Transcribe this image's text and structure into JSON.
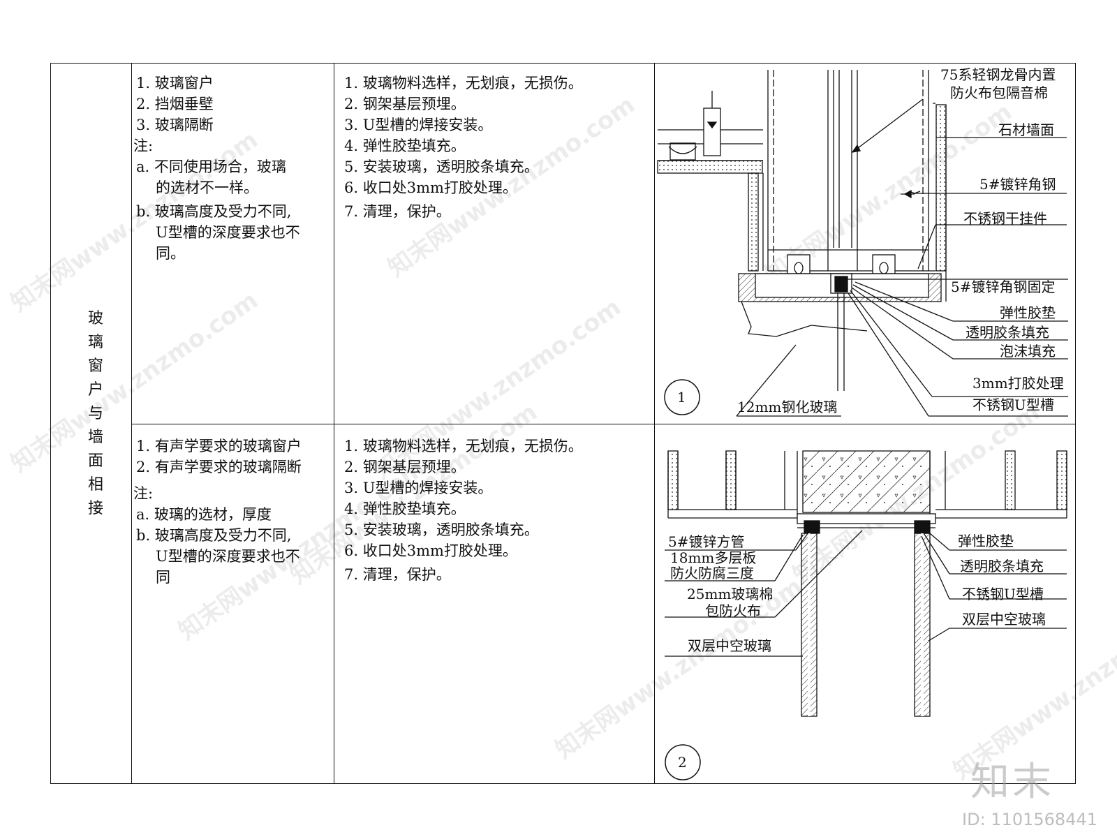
{
  "category": [
    "玻",
    "璃",
    "窗",
    "户",
    "与",
    "墙",
    "面",
    "相",
    "接"
  ],
  "rows": [
    {
      "applications": [
        "1. 玻璃窗户",
        "2. 挡烟垂壁",
        "3. 玻璃隔断"
      ],
      "note_title": "注:",
      "notes": [
        {
          "l1": "a. 不同使用场合，玻璃",
          "l2": "的选材不一样。"
        },
        {
          "l1": "b. 玻璃高度及受力不同,",
          "l2": "U型槽的深度要求也不",
          "l3": "同。"
        }
      ],
      "steps": [
        "1. 玻璃物料选样，无划痕，无损伤。",
        "2. 钢架基层预埋。",
        "3. U型槽的焊接安装。",
        "4. 弹性胶垫填充。",
        "5. 安装玻璃，透明胶条填充。",
        "6. 收口处3mm打胶处理。",
        "7. 清理，保护。"
      ],
      "detail_number": "1",
      "detail_labels": {
        "l1a": "75系轻钢龙骨内置",
        "l1b": "防火布包隔音棉",
        "l2": "石材墙面",
        "l3": "5#镀锌角钢",
        "l4": "不锈钢干挂件",
        "l5": "5#镀锌角钢固定",
        "l6": "弹性胶垫",
        "l7": "透明胶条填充",
        "l8": "泡沫填充",
        "l9": "3mm打胶处理",
        "l10": "不锈钢U型槽",
        "l11": "12mm钢化玻璃"
      }
    },
    {
      "applications": [
        "1. 有声学要求的玻璃窗户",
        "2. 有声学要求的玻璃隔断"
      ],
      "note_title": "注:",
      "notes": [
        {
          "l1": "a. 玻璃的选材，厚度",
          "l2": "",
          "l3": ""
        },
        {
          "l1": "b. 玻璃高度及受力不同,",
          "l2": "U型槽的深度要求也不",
          "l3": "同"
        }
      ],
      "steps": [
        "1. 玻璃物料选样，无划痕，无损伤。",
        "2. 钢架基层预埋。",
        "3. U型槽的焊接安装。",
        "4. 弹性胶垫填充。",
        "5. 安装玻璃，透明胶条填充。",
        "6. 收口处3mm打胶处理。",
        "7. 清理，保护。"
      ],
      "detail_number": "2",
      "detail_labels": {
        "left1": "5#镀锌方管",
        "left2a": "18mm多层板",
        "left2b": "防火防腐三度",
        "left3a": "25mm玻璃棉",
        "left3b": "包防火布",
        "left4": "双层中空玻璃",
        "right1": "弹性胶垫",
        "right2": "透明胶条填充",
        "right3": "不锈钢U型槽",
        "right4": "双层中空玻璃"
      }
    }
  ],
  "watermark": "知末网www.znzmo.com",
  "logo": "知末",
  "image_id": "ID: 1101568441"
}
